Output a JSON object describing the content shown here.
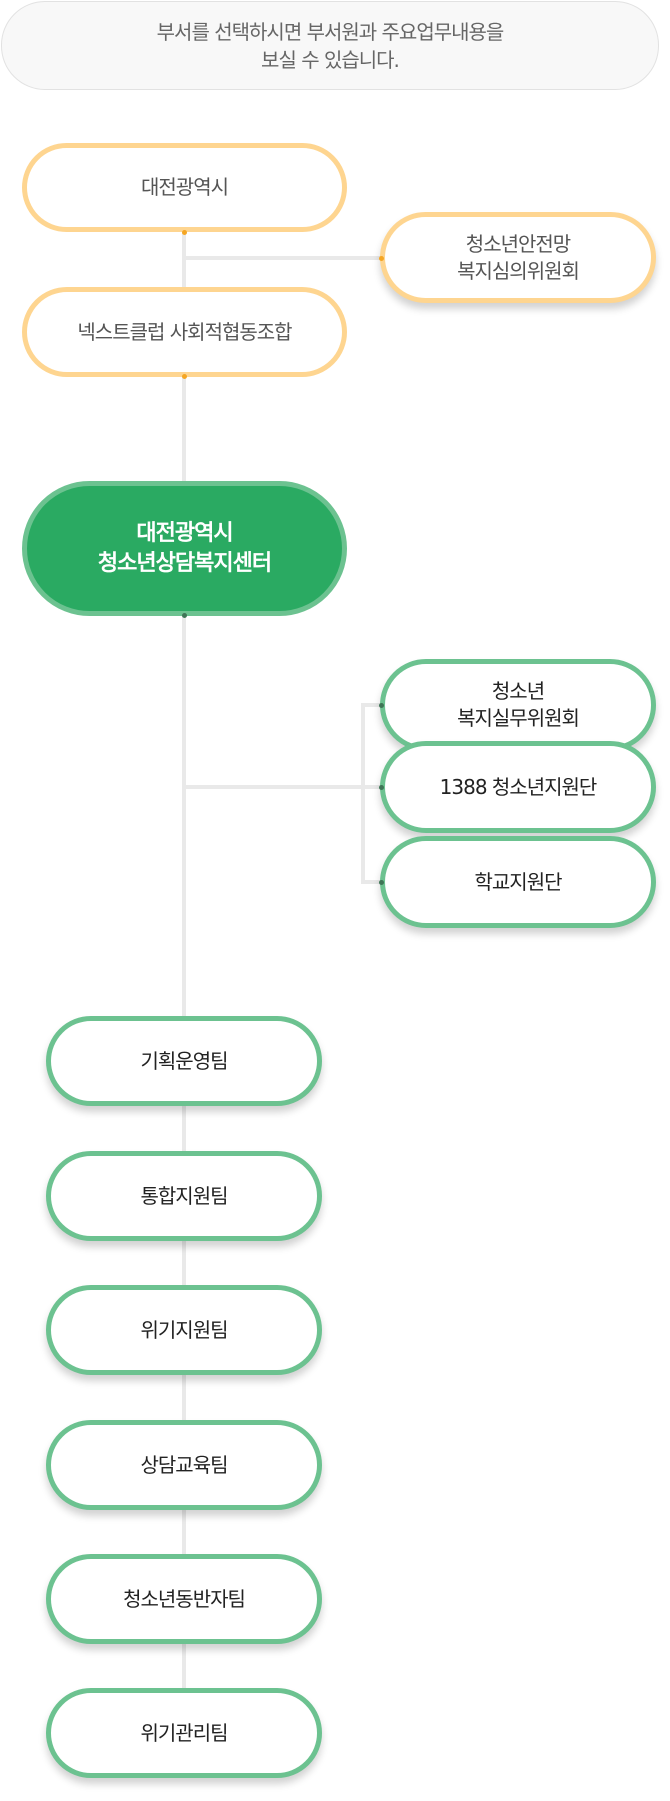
{
  "banner": {
    "line1": "부서를 선택하시면 부서원과 주요업무내용을",
    "line2": "보실 수 있습니다."
  },
  "top": {
    "city": "대전광역시",
    "committee": {
      "line1": "청소년안전망",
      "line2": "복지심의위원회"
    },
    "club": "넥스트클럽 사회적협동조합"
  },
  "center": {
    "line1": "대전광역시",
    "line2": "청소년상담복지센터"
  },
  "side": [
    {
      "line1": "청소년",
      "line2": "복지실무위원회"
    },
    {
      "label": "1388 청소년지원단"
    },
    {
      "label": "학교지원단"
    }
  ],
  "teams": [
    "기획운영팀",
    "통합지원팀",
    "위기지원팀",
    "상담교육팀",
    "청소년동반자팀",
    "위기관리팀"
  ],
  "colors": {
    "orange_border": "#fed590",
    "green_border": "#6cc290",
    "green_fill": "#2aaa62",
    "line": "#e9e9e9"
  }
}
